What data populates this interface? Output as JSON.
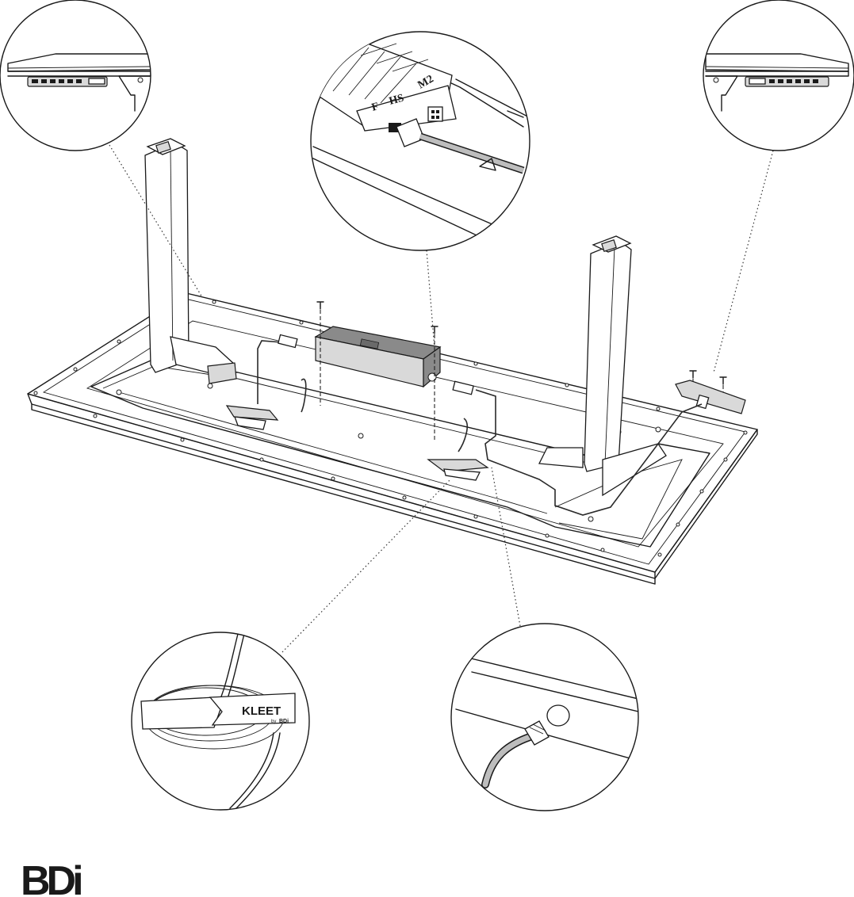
{
  "control_box_labels": {
    "port_f": "F",
    "port_hs": "HS",
    "port_m2": "M2"
  },
  "organizer_label": {
    "name": "KLEET",
    "by": "by",
    "brand_small": "BDi"
  },
  "footer_logo": {
    "text": "BDi"
  },
  "colors": {
    "line": "#1a1a1a",
    "fill_gray": "#d9d9d9",
    "fill_dark": "#8a8a8a",
    "background": "#ffffff"
  }
}
